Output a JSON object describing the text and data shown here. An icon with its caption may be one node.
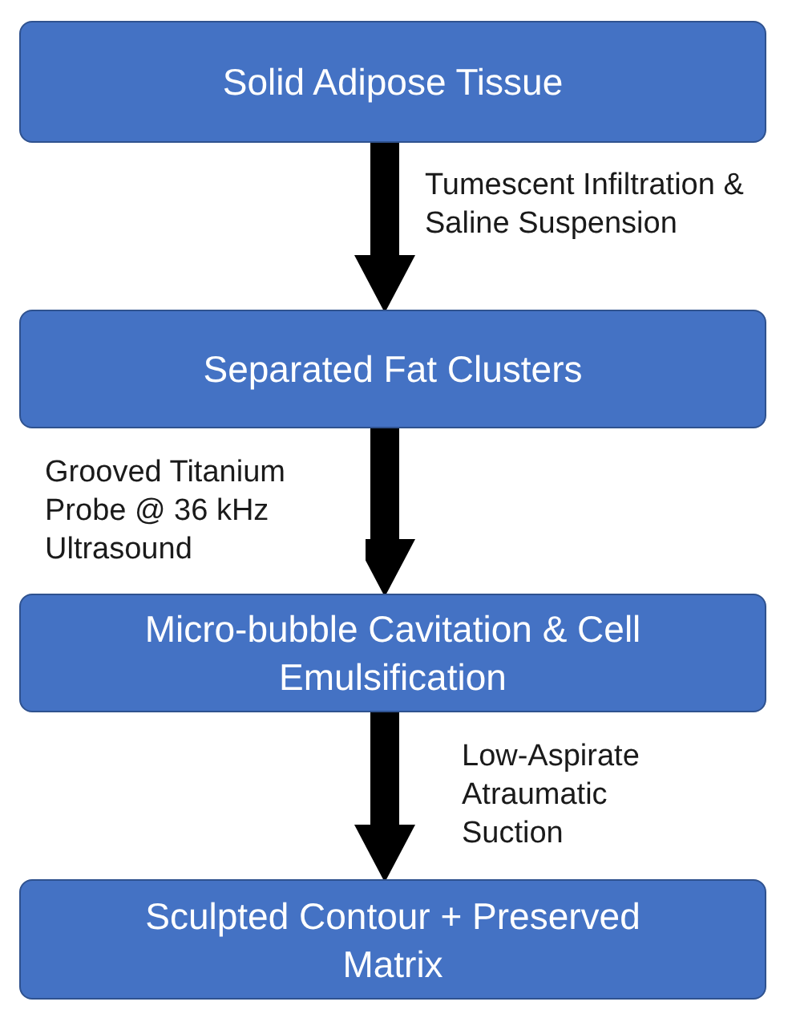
{
  "diagram": {
    "nodes": [
      {
        "text": [
          "Solid Adipose Tissue"
        ]
      },
      {
        "text": [
          "Separated Fat Clusters"
        ]
      },
      {
        "text": [
          "Micro-bubble Cavitation & Cell Emulsification"
        ]
      },
      {
        "text": [
          "Sculpted Contour + Preserved Matrix"
        ]
      }
    ],
    "edges": [
      {
        "from": 0,
        "to": 1,
        "arrow": "to",
        "label": "Tumescent Infiltration & Saline Suspension"
      },
      {
        "from": 1,
        "to": 2,
        "arrow": "to",
        "label": "Grooved Titanium Probe @ 36 kHz Ultrasound"
      },
      {
        "from": 2,
        "to": 3,
        "arrow": "to",
        "label": "Low-Aspirate Atraumatic Suction"
      }
    ]
  }
}
